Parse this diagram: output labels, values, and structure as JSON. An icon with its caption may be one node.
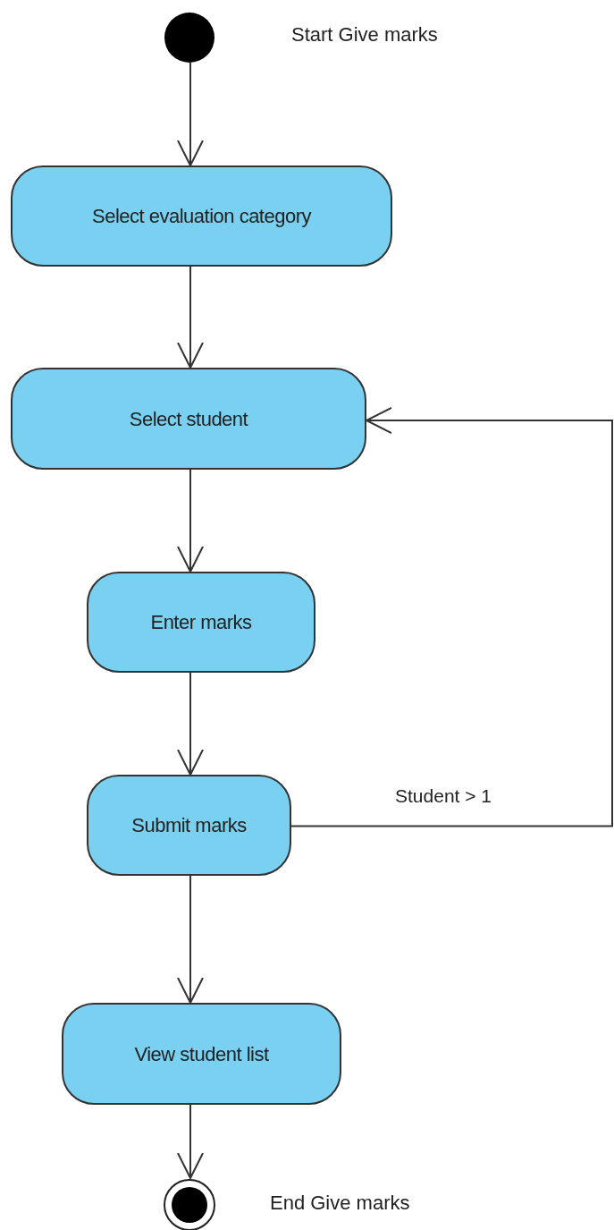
{
  "diagram": {
    "nodes": [
      {
        "text": [],
        "shape": "circle",
        "beside": [
          "Start Give marks"
        ]
      },
      {
        "text": [
          "Select evaluation category"
        ]
      },
      {
        "text": [
          "Select student"
        ]
      },
      {
        "text": [
          "Enter marks"
        ]
      },
      {
        "text": [
          "Submit marks"
        ]
      },
      {
        "text": [
          "View student list"
        ]
      },
      {
        "text": [],
        "shape": "circle",
        "beside": [
          "End Give marks"
        ]
      }
    ],
    "edges": [
      {
        "from": 0,
        "to": 1,
        "arrow": "to"
      },
      {
        "from": 1,
        "to": 2,
        "arrow": "to"
      },
      {
        "from": 2,
        "to": 3,
        "arrow": "to"
      },
      {
        "from": 3,
        "to": 4,
        "arrow": "to"
      },
      {
        "from": 4,
        "to": 2,
        "arrow": "to",
        "label": "Student > 1"
      },
      {
        "from": 4,
        "to": 5,
        "arrow": "to"
      },
      {
        "from": 5,
        "to": 6,
        "arrow": "to"
      }
    ]
  }
}
